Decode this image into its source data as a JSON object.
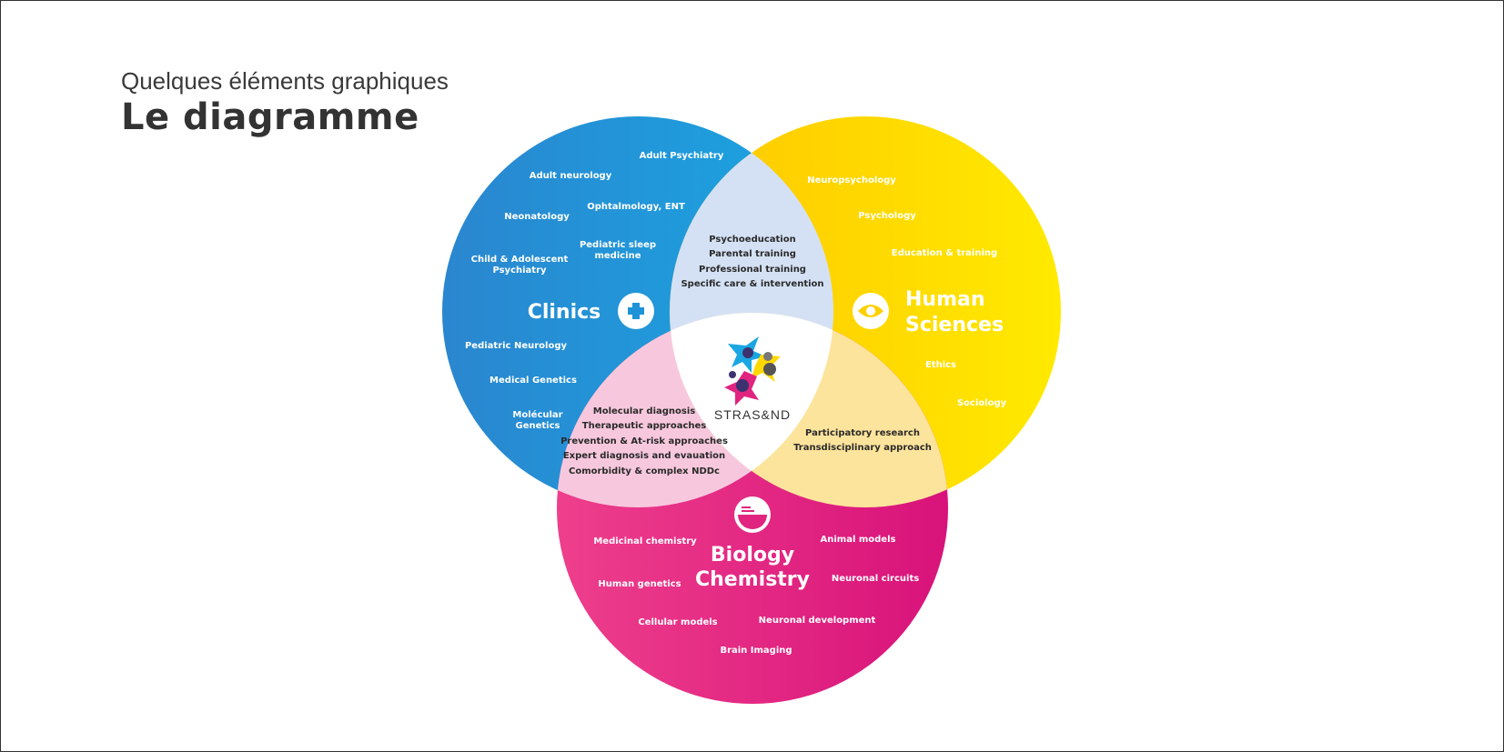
{
  "header": {
    "kicker": "Quelques éléments graphiques",
    "title": "Le diagramme"
  },
  "colors": {
    "clinics_start": "#2a86cf",
    "clinics_end": "#1aa6e2",
    "human_start": "#ffc600",
    "human_end": "#ffea00",
    "bio_start": "#ee3f8c",
    "bio_end": "#d8127a",
    "overlap_clinics_human": "#d4e1f4",
    "overlap_clinics_bio": "#f7c8dd",
    "overlap_human_bio": "#fde49c",
    "center": "#ffffff",
    "overlap_text": "#2a2a2a"
  },
  "circles": {
    "clinics": {
      "title": "Clinics",
      "icon": "plus-icon",
      "items": [
        "Adult Psychiatry",
        "Adult neurology",
        "Ophtalmology, ENT",
        "Neonatology",
        "Pediatric sleep",
        "medicine",
        "Child & Adolescent",
        "Psychiatry",
        "Pediatric Neurology",
        "Medical Genetics",
        "Molécular",
        "Genetics"
      ]
    },
    "human": {
      "title_line1": "Human",
      "title_line2": "Sciences",
      "icon": "eye-icon",
      "items": [
        "Neuropsychology",
        "Psychology",
        "Education & training",
        "Ethics",
        "Sociology"
      ]
    },
    "bio": {
      "title_line1": "Biology",
      "title_line2": "Chemistry",
      "icon": "flask-icon",
      "items": [
        "Medicinal chemistry",
        "Animal models",
        "Human genetics",
        "Neuronal circuits",
        "Cellular models",
        "Neuronal development",
        "Brain Imaging"
      ]
    }
  },
  "overlaps": {
    "clinics_human": [
      "Psychoeducation",
      "Parental training",
      "Professional training",
      "Specific care & intervention"
    ],
    "clinics_bio": [
      "Molecular diagnosis",
      "Therapeutic approaches",
      "Prevention & At-risk approaches",
      "Expert diagnosis and evauation",
      "Comorbidity & complex NDDc"
    ],
    "human_bio": [
      "Participatory research",
      "Transdisciplinary approach"
    ]
  },
  "center": {
    "logo_text": "STRAS&ND",
    "logo_icon": "strasnd-logo-icon"
  }
}
